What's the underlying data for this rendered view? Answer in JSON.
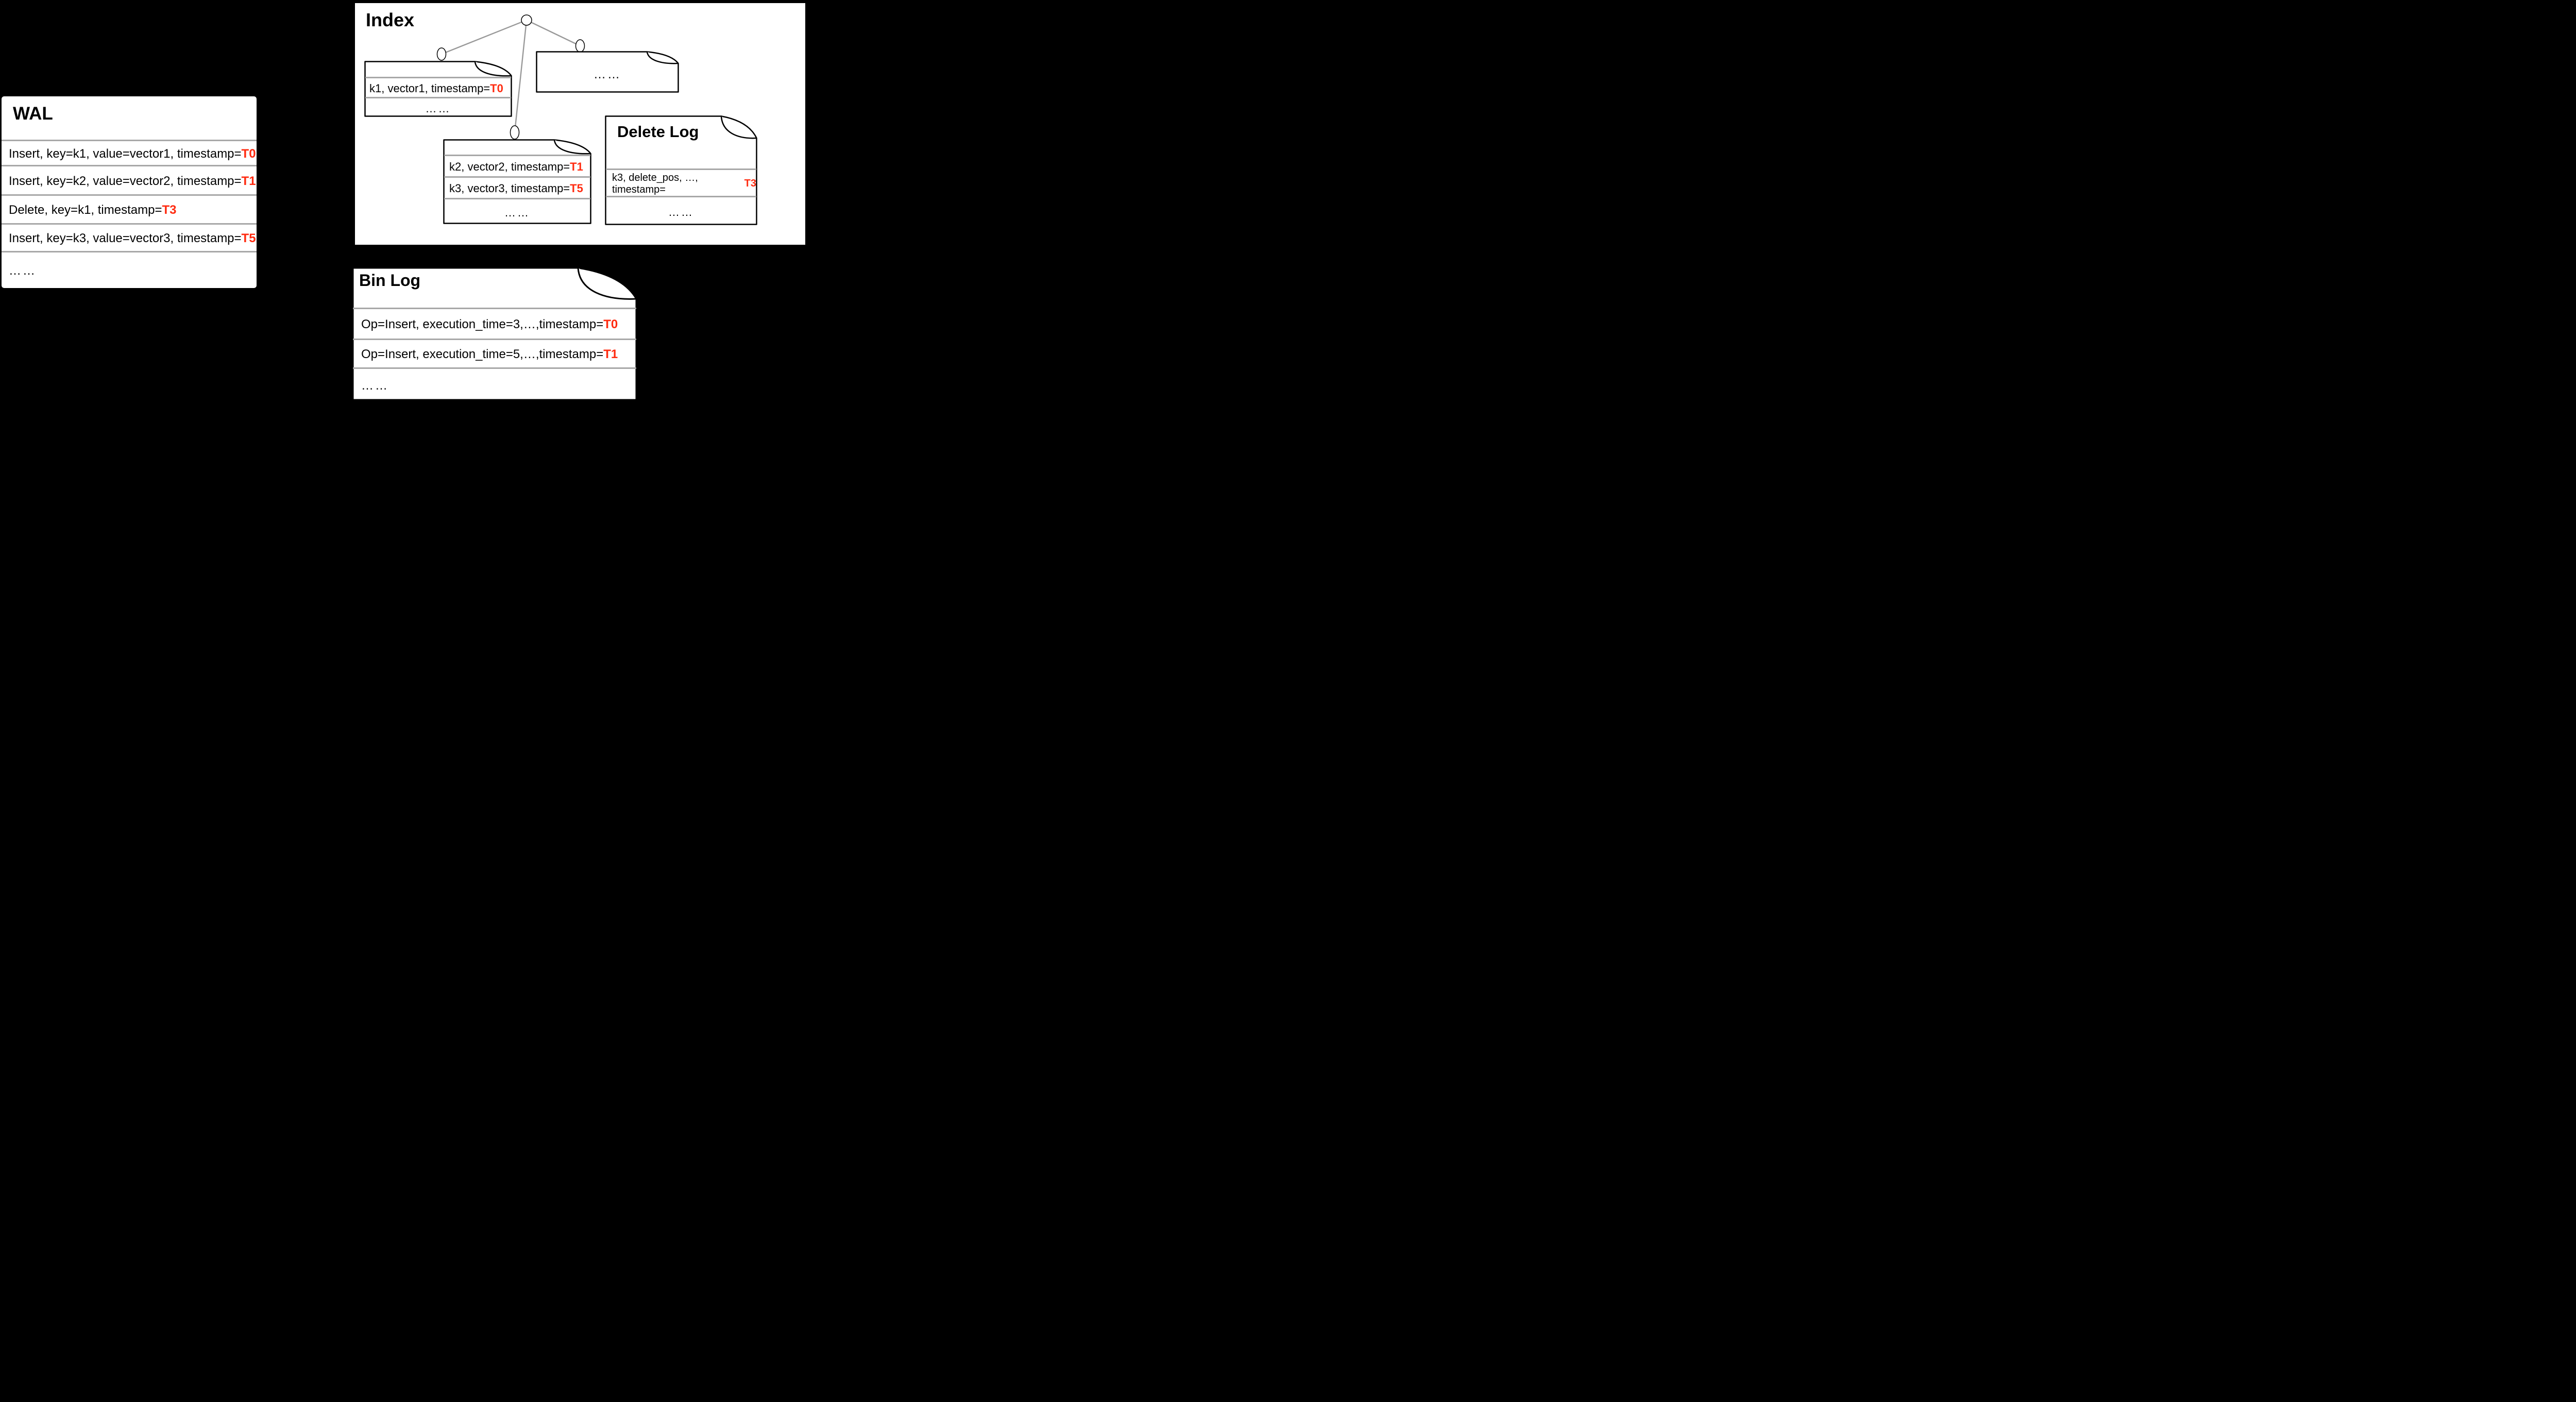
{
  "colors": {
    "background": "#000000",
    "panel": "#ffffff",
    "divider": "#a8a8a8",
    "tree_line": "#999999",
    "accent_red": "#ff2b10",
    "text": "#000000"
  },
  "wal": {
    "title": "WAL",
    "rows": [
      {
        "text": "Insert, key=k1, value=vector1, timestamp=",
        "ts": "T0"
      },
      {
        "text": "Insert, key=k2, value=vector2, timestamp=",
        "ts": "T1"
      },
      {
        "text": "Delete, key=k1, timestamp=",
        "ts": "T3"
      },
      {
        "text": "Insert, key=k3, value=vector3, timestamp=",
        "ts": "T5"
      }
    ],
    "ellipsis": "……"
  },
  "index": {
    "title": "Index",
    "file_k1": {
      "rows": [
        {
          "text": "k1, vector1, timestamp=",
          "ts": "T0"
        }
      ],
      "ellipsis": "……"
    },
    "file_more": {
      "ellipsis": "……"
    },
    "file_k2k3": {
      "rows": [
        {
          "text": "k2, vector2, timestamp=",
          "ts": "T1"
        },
        {
          "text": "k3, vector3, timestamp=",
          "ts": "T5"
        }
      ],
      "ellipsis": "……"
    }
  },
  "delete_log": {
    "title": "Delete Log",
    "rows": [
      {
        "text": "k3, delete_pos, …, timestamp=",
        "ts": "T3"
      }
    ],
    "ellipsis": "……"
  },
  "bin_log": {
    "title": "Bin Log",
    "rows": [
      {
        "text": "Op=Insert, execution_time=3,…,timestamp=",
        "ts": "T0"
      },
      {
        "text": "Op=Insert, execution_time=5,…,timestamp=",
        "ts": "T1"
      }
    ],
    "ellipsis": "……"
  }
}
